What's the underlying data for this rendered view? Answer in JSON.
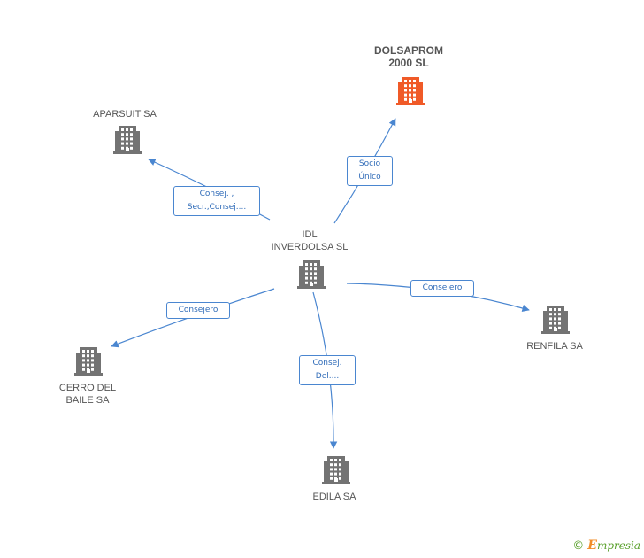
{
  "colors": {
    "node": "#737373",
    "focus_node": "#f05a28",
    "edge": "#4a86d0"
  },
  "nodes": [
    {
      "id": "idl",
      "label_lines": [
        "IDL",
        "INVERDOLSA SL"
      ],
      "icon": "building-icon",
      "focus": false
    },
    {
      "id": "dolsaprom",
      "label_lines": [
        "DOLSAPROM",
        "2000 SL"
      ],
      "icon": "building-icon",
      "focus": true
    },
    {
      "id": "aparsuit",
      "label_lines": [
        "APARSUIT SA"
      ],
      "icon": "building-icon",
      "focus": false
    },
    {
      "id": "renfila",
      "label_lines": [
        "RENFILA SA"
      ],
      "icon": "building-icon",
      "focus": false
    },
    {
      "id": "cerro",
      "label_lines": [
        "CERRO DEL",
        "BAILE SA"
      ],
      "icon": "building-icon",
      "focus": false
    },
    {
      "id": "edila",
      "label_lines": [
        "EDILA SA"
      ],
      "icon": "building-icon",
      "focus": false
    }
  ],
  "edges": [
    {
      "from": "idl",
      "to": "dolsaprom",
      "label_lines": [
        "Socio",
        "Único"
      ]
    },
    {
      "from": "idl",
      "to": "aparsuit",
      "label_lines": [
        "Consej. ,",
        "Secr.,Consej...."
      ]
    },
    {
      "from": "idl",
      "to": "renfila",
      "label_lines": [
        "Consejero"
      ]
    },
    {
      "from": "idl",
      "to": "cerro",
      "label_lines": [
        "Consejero"
      ]
    },
    {
      "from": "idl",
      "to": "edila",
      "label_lines": [
        "Consej.",
        "Del...."
      ]
    }
  ],
  "footer": {
    "copyright": "©",
    "brand_initial": "E",
    "brand_rest": "mpresia"
  }
}
